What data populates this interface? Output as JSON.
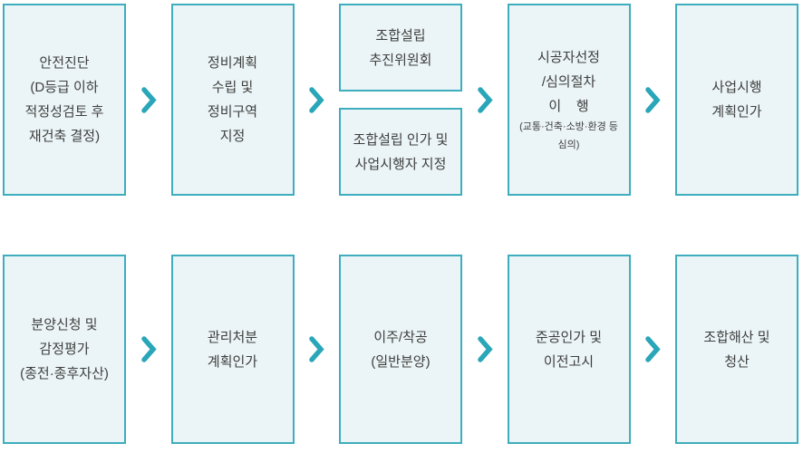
{
  "page": {
    "background": "#ffffff"
  },
  "flow": {
    "colors": {
      "box_border": "#3eadbd",
      "box_fill": "#ebf4f6",
      "arrow": "#2aa6b9",
      "text": "#3f3f3f"
    },
    "arrow_icon": "chevron-right",
    "rows": [
      {
        "steps": [
          {
            "type": "single",
            "lines": [
              "안전진단",
              "(D등급 이하",
              "적정성검토 후",
              "재건축 결정)"
            ]
          },
          {
            "type": "single",
            "lines": [
              "정비계획",
              "수립 및",
              "정비구역",
              "지정"
            ]
          },
          {
            "type": "stacked",
            "boxes": [
              {
                "lines": [
                  "조합설립",
                  "추진위원회"
                ]
              },
              {
                "lines": [
                  "조합설립 인가 및",
                  "사업시행자 지정"
                ]
              }
            ]
          },
          {
            "type": "single",
            "lines": [
              "시공자선정",
              "/심의절차",
              "이    행"
            ],
            "sublines": [
              "(교통·건축·소방·환경 등",
              "심의)"
            ]
          },
          {
            "type": "single",
            "lines": [
              "사업시행",
              "계획인가"
            ]
          }
        ]
      },
      {
        "steps": [
          {
            "type": "single",
            "lines": [
              "분양신청 및",
              "감정평가",
              "(종전·종후자산)"
            ]
          },
          {
            "type": "single",
            "lines": [
              "관리처분",
              "계획인가"
            ]
          },
          {
            "type": "single",
            "lines": [
              "이주/착공",
              "(일반분양)"
            ]
          },
          {
            "type": "single",
            "lines": [
              "준공인가 및",
              "이전고시"
            ]
          },
          {
            "type": "single",
            "lines": [
              "조합해산 및",
              "청산"
            ]
          }
        ]
      }
    ]
  }
}
